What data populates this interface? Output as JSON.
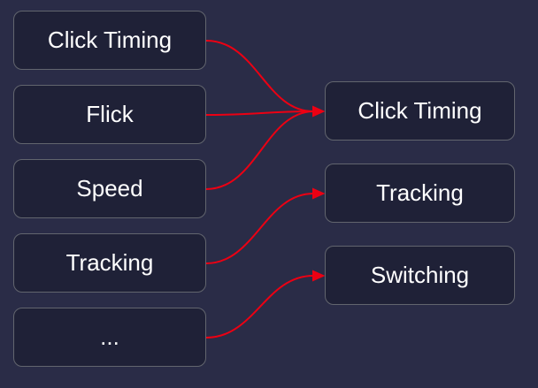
{
  "diagram": {
    "left_nodes": [
      {
        "label": "Click Timing"
      },
      {
        "label": "Flick"
      },
      {
        "label": "Speed"
      },
      {
        "label": "Tracking"
      },
      {
        "label": "..."
      }
    ],
    "right_nodes": [
      {
        "label": "Click Timing"
      },
      {
        "label": "Tracking"
      },
      {
        "label": "Switching"
      }
    ],
    "edges": [
      {
        "from": "Click Timing",
        "to": "Click Timing"
      },
      {
        "from": "Flick",
        "to": "Click Timing"
      },
      {
        "from": "Speed",
        "to": "Click Timing"
      },
      {
        "from": "Tracking",
        "to": "Tracking"
      },
      {
        "from": "...",
        "to": "Switching"
      }
    ],
    "colors": {
      "background": "#2a2c47",
      "node_fill": "#1f2137",
      "node_border": "#62656e",
      "edge": "#ec0013",
      "text": "#ffffff"
    }
  }
}
